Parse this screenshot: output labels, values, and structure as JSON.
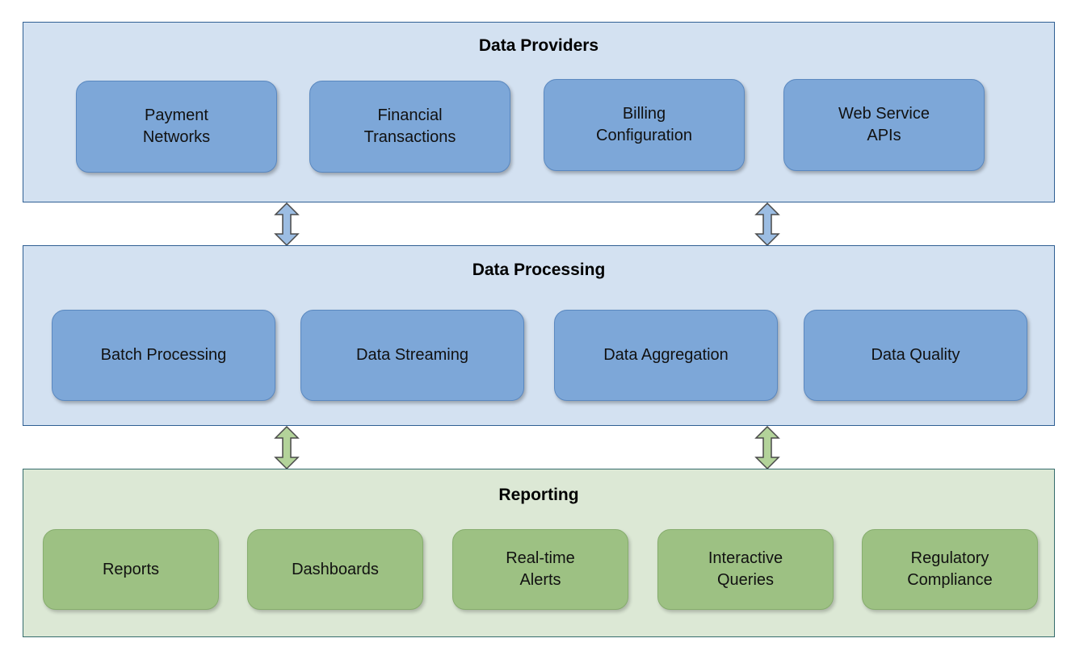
{
  "colors": {
    "provider_layer_bg": "#d3e1f1",
    "processing_layer_bg": "#d3e1f1",
    "reporting_layer_bg": "#dce8d5",
    "blue_box": "#7da7d8",
    "green_box": "#9dc183",
    "blue_arrow": "#9cbde3",
    "green_arrow": "#b3d39a"
  },
  "layers": {
    "providers": {
      "title": "Data Providers",
      "boxes": [
        {
          "line1": "Payment",
          "line2": "Networks"
        },
        {
          "line1": "Financial",
          "line2": "Transactions"
        },
        {
          "line1": "Billing",
          "line2": "Configuration"
        },
        {
          "line1": "Web Service",
          "line2": "APIs"
        }
      ]
    },
    "processing": {
      "title": "Data Processing",
      "boxes": [
        {
          "line1": "Batch Processing"
        },
        {
          "line1": "Data Streaming"
        },
        {
          "line1": "Data Aggregation"
        },
        {
          "line1": "Data Quality"
        }
      ]
    },
    "reporting": {
      "title": "Reporting",
      "boxes": [
        {
          "line1": "Reports"
        },
        {
          "line1": "Dashboards"
        },
        {
          "line1": "Real-time",
          "line2": "Alerts"
        },
        {
          "line1": "Interactive",
          "line2": "Queries"
        },
        {
          "line1": "Regulatory",
          "line2": "Compliance"
        }
      ]
    }
  }
}
